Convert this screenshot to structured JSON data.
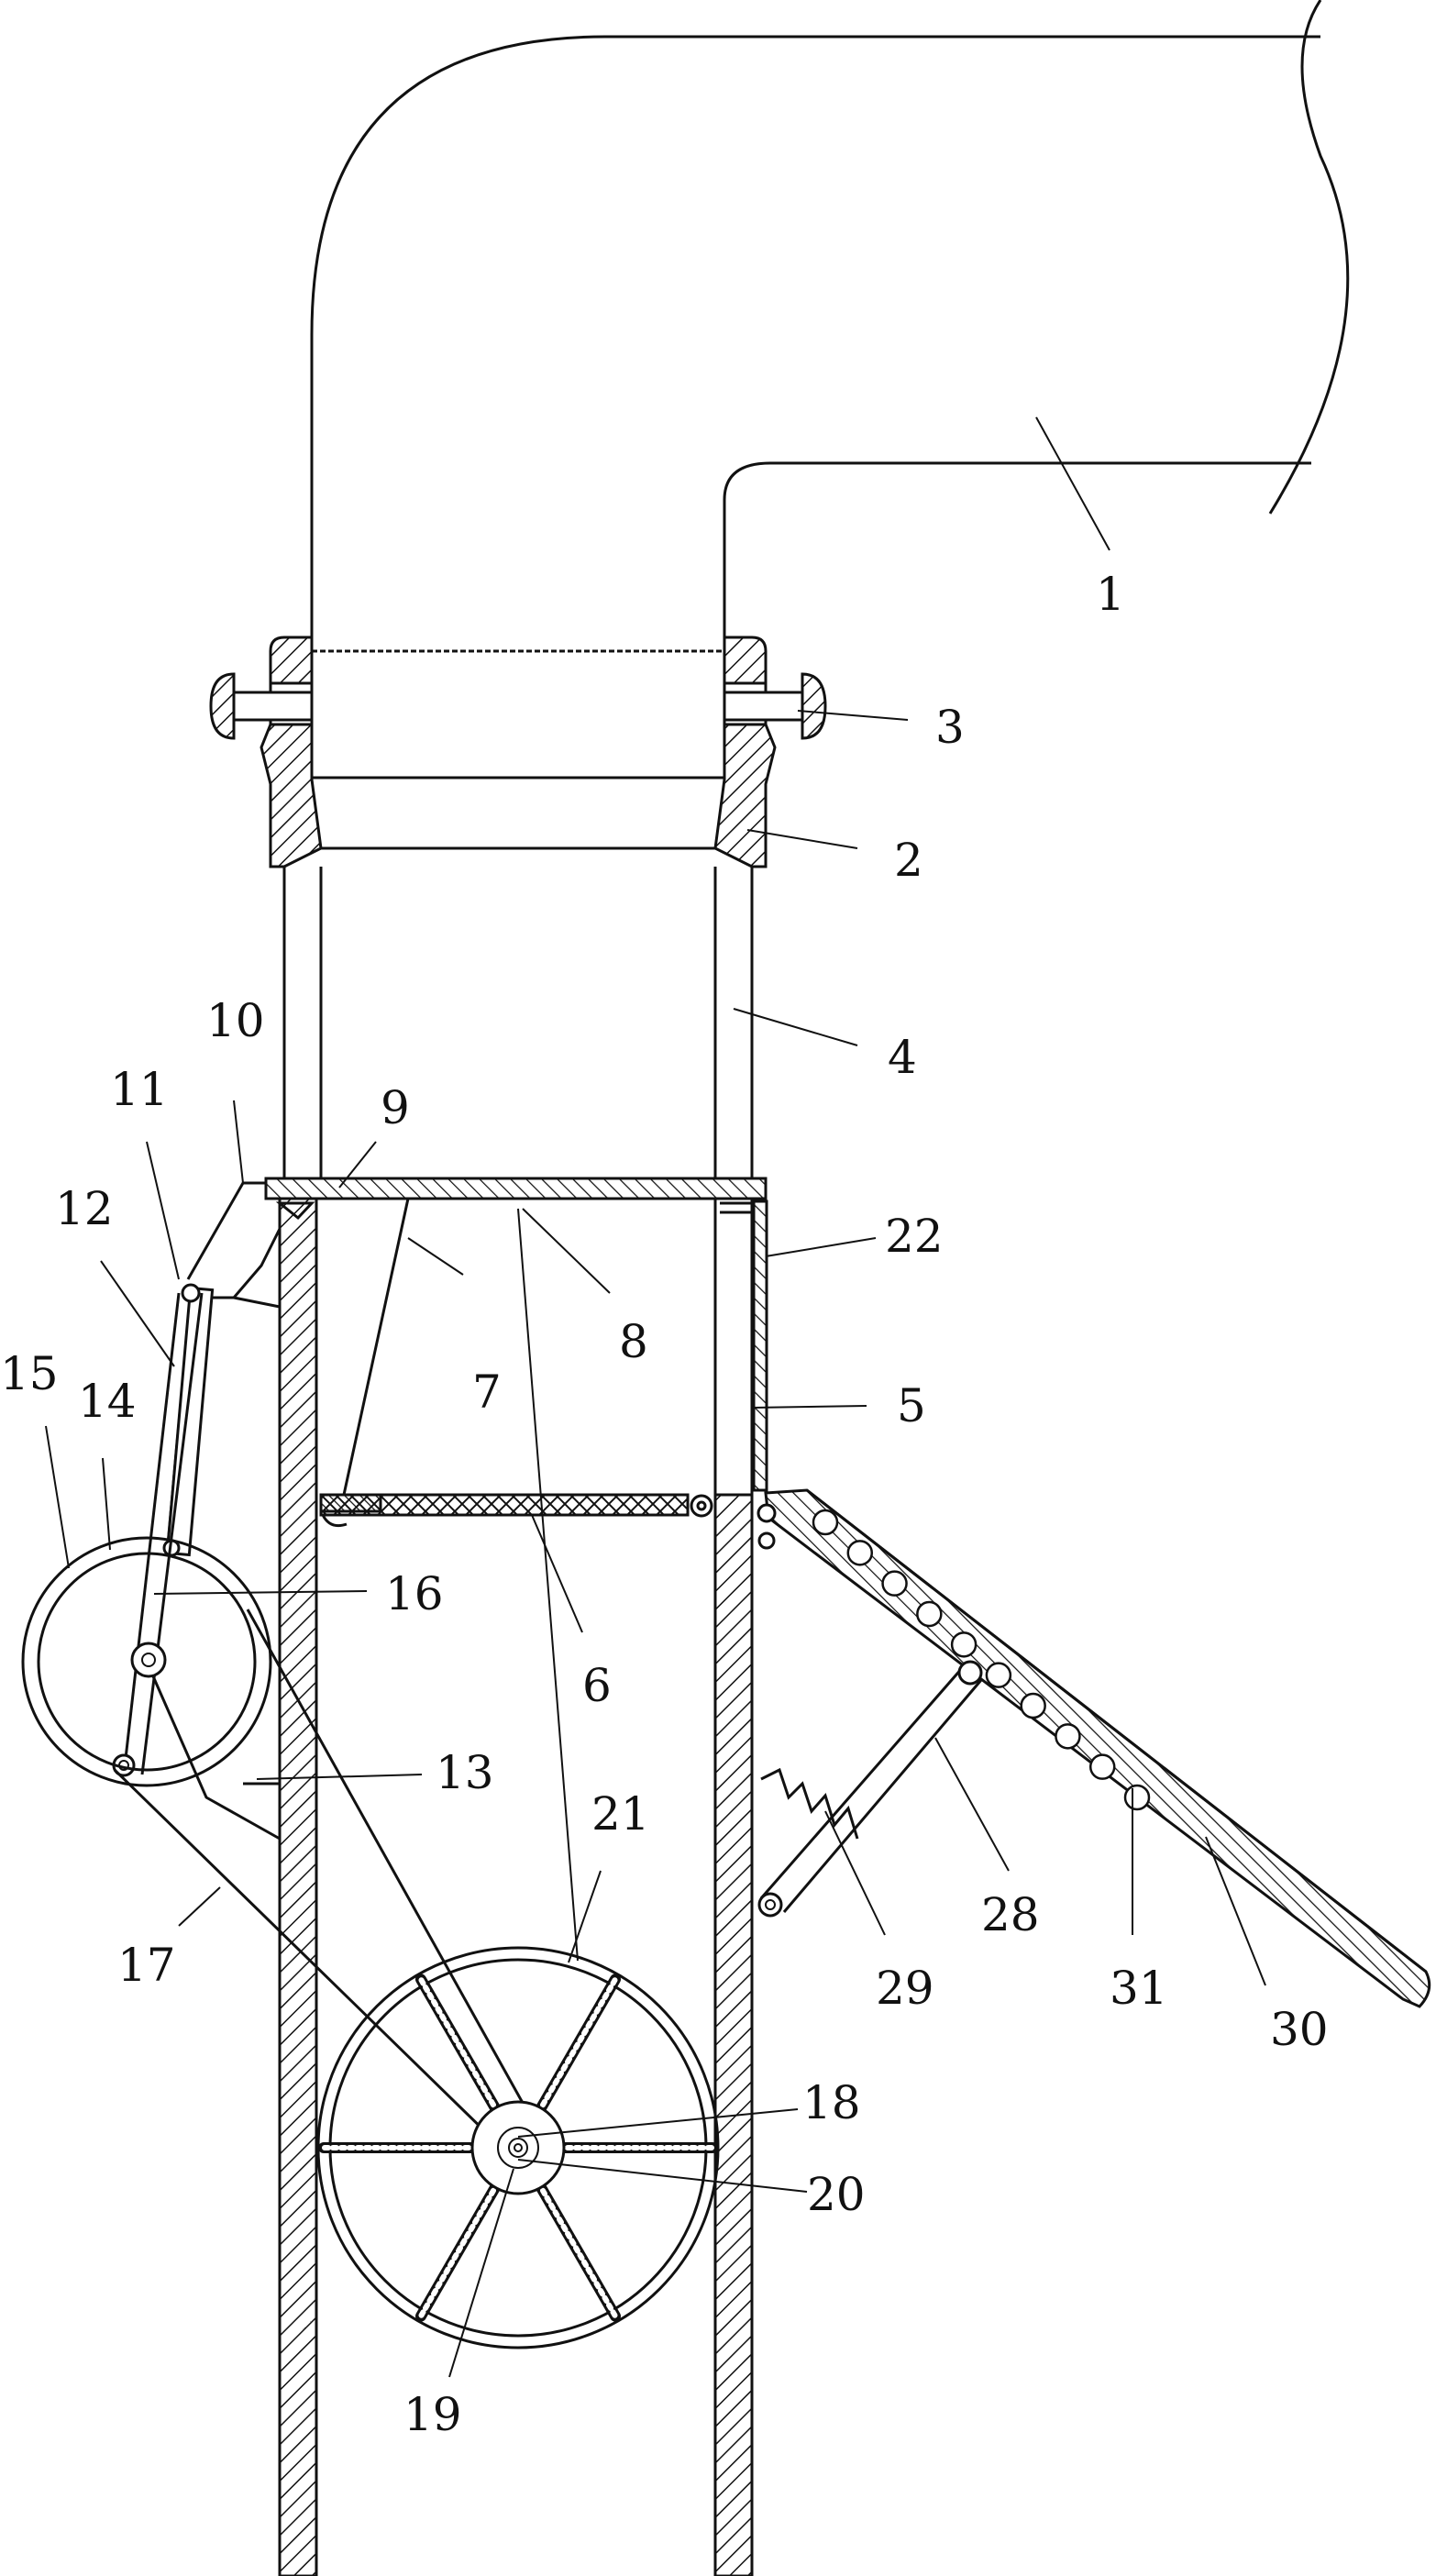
{
  "labels": {
    "l1": "1",
    "l2": "2",
    "l3": "3",
    "l4": "4",
    "l5": "5",
    "l6": "6",
    "l7": "7",
    "l8": "8",
    "l9": "9",
    "l10": "10",
    "l11": "11",
    "l12": "12",
    "l13": "13",
    "l14": "14",
    "l15": "15",
    "l16": "16",
    "l17": "17",
    "l18": "18",
    "l19": "19",
    "l20": "20",
    "l21": "21",
    "l22": "22",
    "l28": "28",
    "l29": "29",
    "l30": "30",
    "l31": "31"
  },
  "colors": {
    "line": "#111111",
    "background": "#ffffff"
  }
}
